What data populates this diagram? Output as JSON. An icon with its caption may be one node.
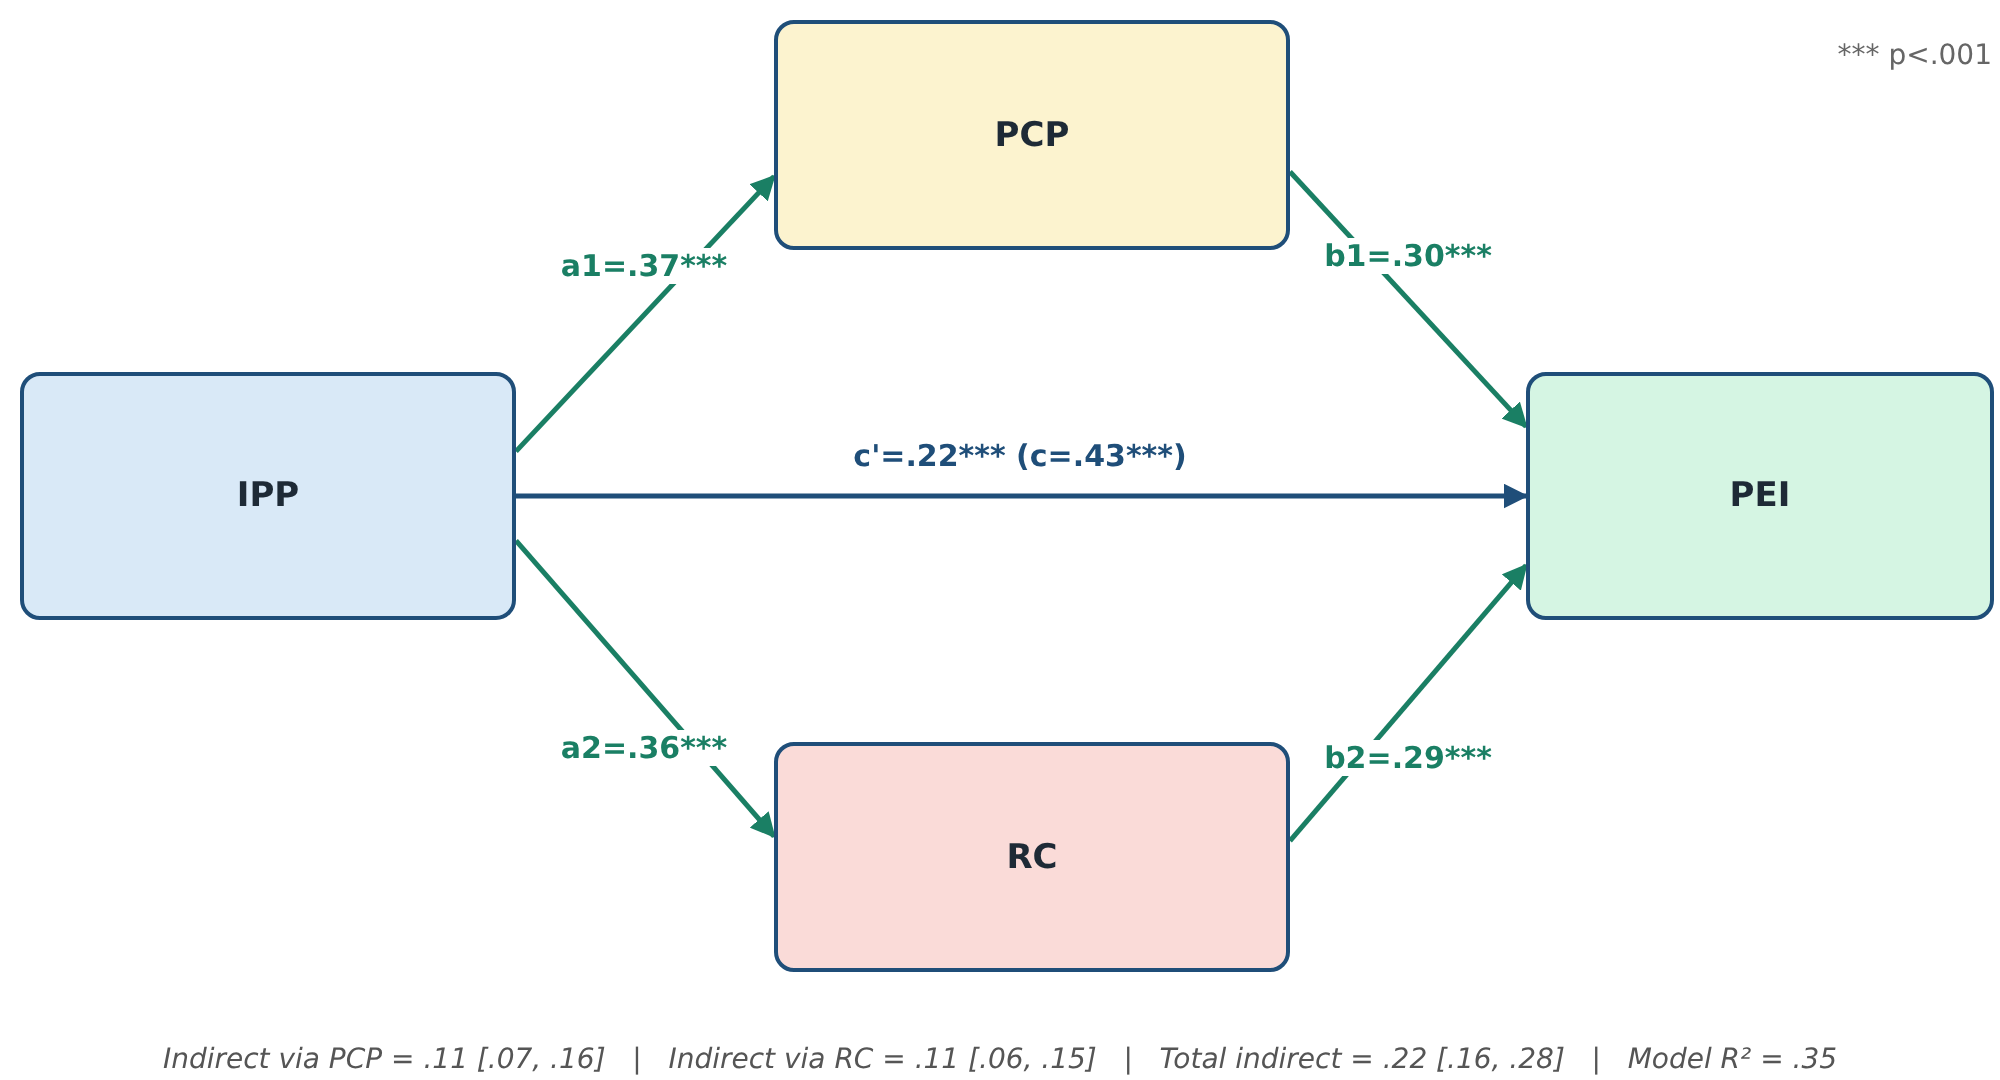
{
  "diagram": {
    "caption": "Indirect via PCP = .11 [.07, .16]   |   Indirect via RC = .11 [.06, .15]   |   Total indirect = .22 [.16, .28]   |   Model R² = .35",
    "nodes": [
      {
        "text": [
          "IPP"
        ]
      },
      {
        "text": [
          "PCP"
        ]
      },
      {
        "text": [
          "RC"
        ]
      },
      {
        "text": [
          "PEI"
        ]
      }
    ],
    "edges": [
      {
        "from": 0,
        "to": 1,
        "arrow": "to",
        "label": "a1=.37***"
      },
      {
        "from": 1,
        "to": 3,
        "arrow": "to",
        "label": "b1=.30***"
      },
      {
        "from": 0,
        "to": 3,
        "arrow": "to",
        "label": "c'=.22*** (c=.43***)",
        "color": "#1f4e79"
      },
      {
        "from": 0,
        "to": 2,
        "arrow": "to",
        "label": "a2=.36***"
      },
      {
        "from": 2,
        "to": 3,
        "arrow": "to",
        "label": "b2=.29***"
      }
    ],
    "labels": [
      "*** p<.001"
    ]
  }
}
